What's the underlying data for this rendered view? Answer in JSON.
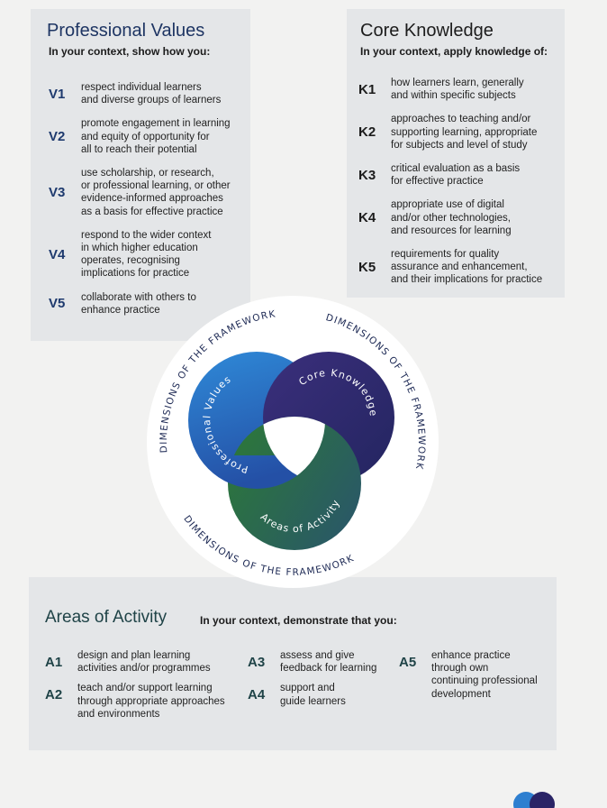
{
  "professional_values": {
    "title": "Professional Values",
    "subtitle": "In your context, show how you:",
    "items": [
      {
        "code": "V1",
        "text": "respect individual learners\nand diverse groups of learners"
      },
      {
        "code": "V2",
        "text": "promote engagement in learning\nand equity of opportunity for\nall to reach their potential"
      },
      {
        "code": "V3",
        "text": "use scholarship, or research,\nor professional learning, or other\nevidence-informed approaches\nas a basis for effective practice"
      },
      {
        "code": "V4",
        "text": "respond to the wider context\nin which higher education\noperates, recognising\nimplications for practice"
      },
      {
        "code": "V5",
        "text": "collaborate with others to\nenhance practice"
      }
    ]
  },
  "core_knowledge": {
    "title": "Core Knowledge",
    "subtitle": "In your context, apply knowledge of:",
    "items": [
      {
        "code": "K1",
        "text": "how learners learn, generally\nand within specific subjects"
      },
      {
        "code": "K2",
        "text": "approaches to teaching and/or\nsupporting learning, appropriate\nfor subjects and level of study"
      },
      {
        "code": "K3",
        "text": "critical evaluation as a basis\nfor effective practice"
      },
      {
        "code": "K4",
        "text": "appropriate use of digital\nand/or other technologies,\nand resources for learning"
      },
      {
        "code": "K5",
        "text": "requirements for quality\nassurance and enhancement,\nand their implications for practice"
      }
    ]
  },
  "diagram": {
    "ring_label": "DIMENSIONS OF THE FRAMEWORK",
    "circles": [
      "Professional Values",
      "Core Knowledge",
      "Areas of Activity"
    ],
    "colors": {
      "blue": "#2e7fd0",
      "purple": "#33296f",
      "green": "#2b6a45"
    }
  },
  "areas_of_activity": {
    "title": "Areas of Activity",
    "subtitle": "In your context, demonstrate that you:",
    "items": [
      {
        "code": "A1",
        "text": "design and plan learning\nactivities and/or programmes"
      },
      {
        "code": "A2",
        "text": "teach and/or support learning\nthrough appropriate approaches\nand environments"
      },
      {
        "code": "A3",
        "text": "assess and give\nfeedback for learning"
      },
      {
        "code": "A4",
        "text": "support and\nguide learners"
      },
      {
        "code": "A5",
        "text": "enhance practice\nthrough own\ncontinuing professional\ndevelopment"
      }
    ]
  }
}
